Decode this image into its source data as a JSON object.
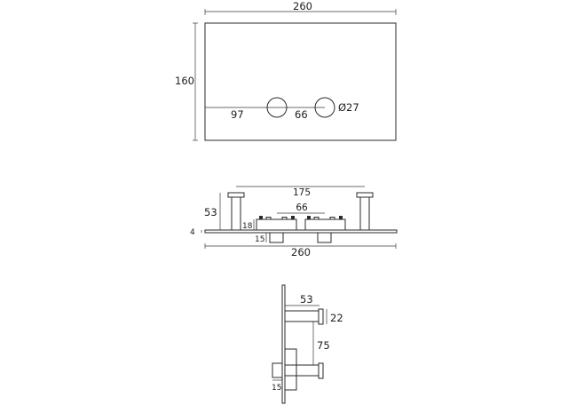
{
  "front_view": {
    "width_label": "260",
    "height_label": "160",
    "offset_label": "97",
    "spacing_label": "66",
    "diameter_label": "Ø27"
  },
  "top_view": {
    "span_label": "175",
    "button_spacing_label": "66",
    "height_label": "53",
    "plate_label": "4",
    "inner_height_label": "18",
    "depth_label": "15",
    "width_label": "260"
  },
  "side_view": {
    "depth_label": "53",
    "knob_label": "22",
    "spacing_label": "75",
    "base_label": "15"
  }
}
